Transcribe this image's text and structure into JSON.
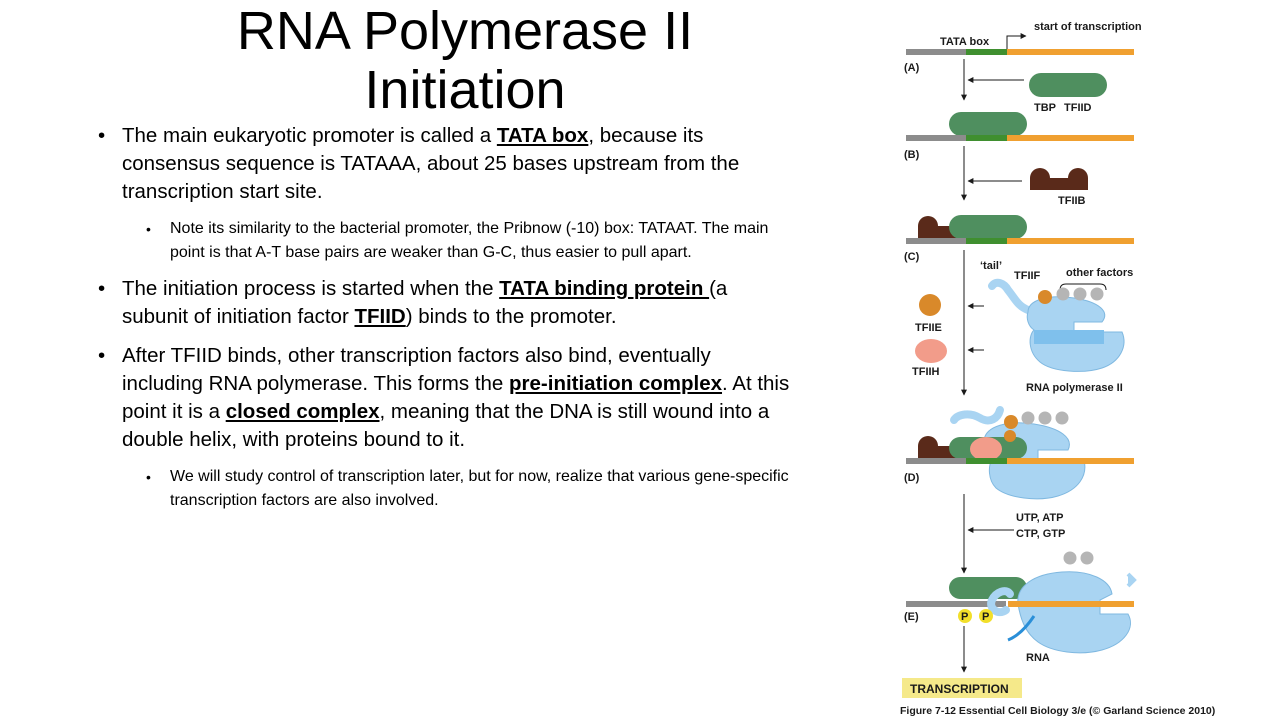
{
  "title": {
    "line1": "RNA Polymerase II",
    "line2": "Initiation"
  },
  "bullets": [
    {
      "level": 1,
      "parts": [
        {
          "text": "The main eukaryotic promoter is called a "
        },
        {
          "text": "TATA box",
          "u": true
        },
        {
          "text": ", because its consensus sequence is TATAAA, about 25 bases upstream from the transcription start site."
        }
      ]
    },
    {
      "level": 2,
      "parts": [
        {
          "text": "Note its similarity to the bacterial promoter, the Pribnow (-10) box: TATAAT. The main point is that A-T base pairs are weaker than G-C, thus easier to pull apart."
        }
      ]
    },
    {
      "level": 1,
      "parts": [
        {
          "text": "The initiation process is started when the "
        },
        {
          "text": "TATA binding protein ",
          "u": true
        },
        {
          "text": "(a subunit of initiation factor "
        },
        {
          "text": "TFIID",
          "u": true
        },
        {
          "text": ") binds to the promoter."
        }
      ]
    },
    {
      "level": 1,
      "parts": [
        {
          "text": "After TFIID binds, other transcription factors also bind, eventually including RNA polymerase.  This forms the "
        },
        {
          "text": "pre-initiation complex",
          "u": true
        },
        {
          "text": ".  At this point it is a "
        },
        {
          "text": "closed complex",
          "u": true
        },
        {
          "text": ", meaning that the DNA is still wound into a double helix, with proteins bound to it."
        }
      ]
    },
    {
      "level": 2,
      "parts": [
        {
          "text": "We will study control of transcription later, but for now, realize that various gene-specific transcription factors are also involved."
        }
      ]
    }
  ],
  "figure": {
    "labels": {
      "tata_box": "TATA box",
      "start": "start of transcription",
      "tbp": "TBP",
      "tfiid": "TFIID",
      "tfiib": "TFIIB",
      "tail": "‘tail’",
      "tfiif": "TFIIF",
      "other_factors": "other factors",
      "tfiie": "TFIIE",
      "tfiih": "TFIIH",
      "rnapol": "RNA polymerase II",
      "ntps1": "UTP, ATP",
      "ntps2": "CTP, GTP",
      "p": "P",
      "rna": "RNA",
      "transcription": "TRANSCRIPTION",
      "caption": "Figure 7-12  Essential Cell Biology 3/e (© Garland Science 2010)"
    },
    "panels": [
      "(A)",
      "(B)",
      "(C)",
      "(D)",
      "(E)"
    ],
    "colors": {
      "dna_gray": "#8c8c8c",
      "dna_orange": "#f0a030",
      "tata_green": "#3f8f2f",
      "tfiid_green": "#4f8f5f",
      "tfiib_brown": "#5a2a1a",
      "tfiie_orange": "#d9892a",
      "tfiih_salmon": "#f29c8a",
      "polymerase_blue": "#a9d4f2",
      "factor_gray": "#b5b5b5",
      "phosphate_yellow": "#f2df2a",
      "transcription_bg": "#f5e98a"
    }
  }
}
